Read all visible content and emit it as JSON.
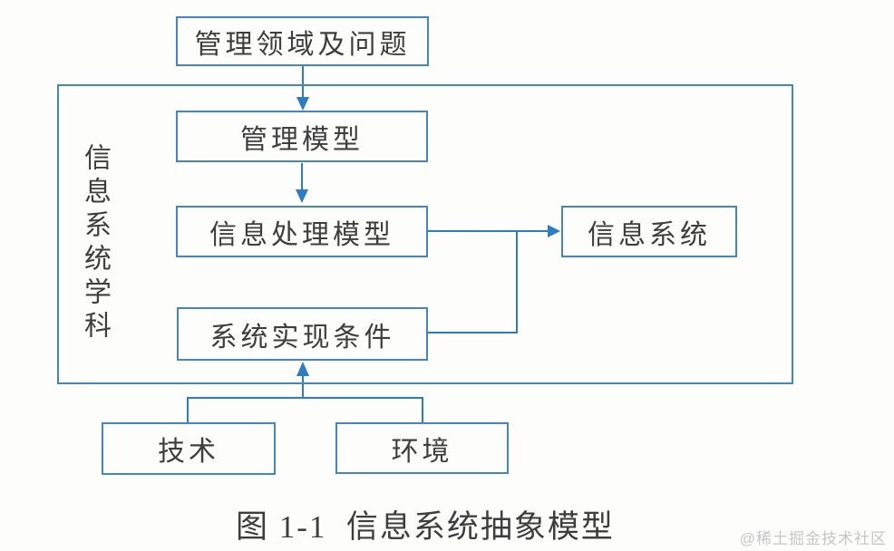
{
  "diagram": {
    "container_label": "信息系统学科",
    "boxes": {
      "management_domain": "管理领域及问题",
      "management_model": "管理模型",
      "info_processing_model": "信息处理模型",
      "system_conditions": "系统实现条件",
      "info_system": "信息系统",
      "technology": "技术",
      "environment": "环境"
    },
    "caption": "图 1-1  信息系统抽象模型",
    "watermark": "@稀土掘金技术社区"
  },
  "colors": {
    "line_blue": "#2e7cc3",
    "border_blue": "#4486c3",
    "text_dark": "#3e3e3e",
    "watermark_gray": "#c6c6c6",
    "background": "#fdfdfc"
  }
}
